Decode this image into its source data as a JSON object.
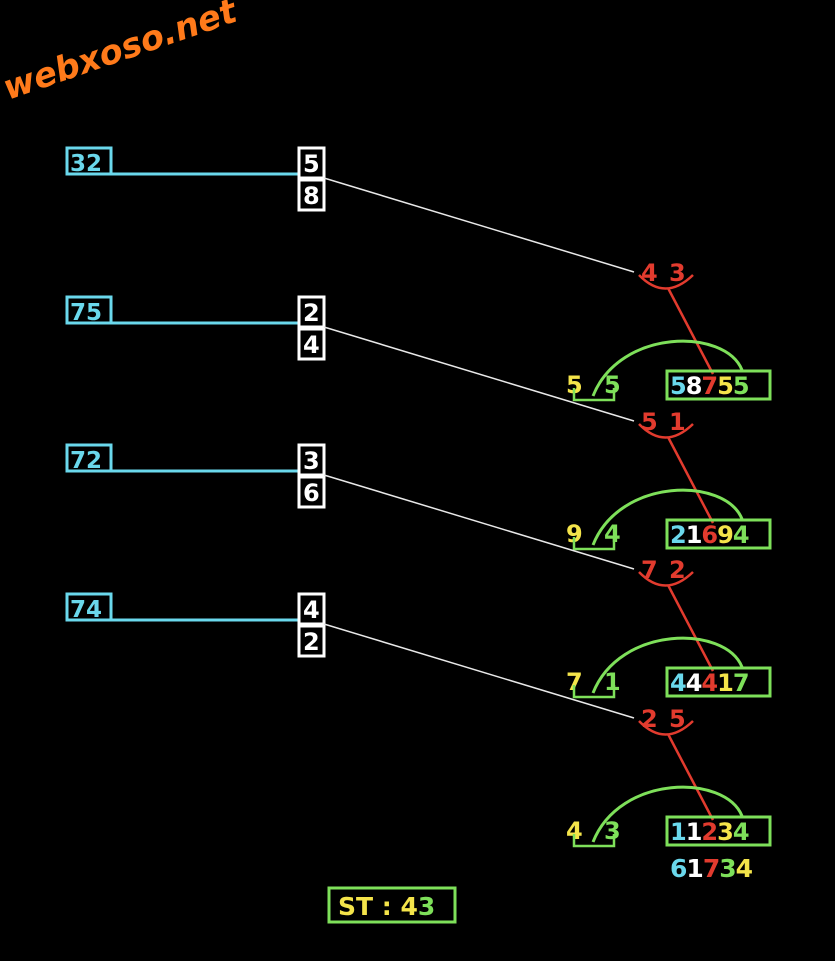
{
  "watermark": {
    "text": "webxoso.net",
    "color": "#ff7a1a"
  },
  "colors": {
    "cyan": "#6ad8ec",
    "white": "#ffffff",
    "red": "#e23b2e",
    "yellow": "#f4e44a",
    "green": "#7ee05a",
    "line_white": "#e8e8e8"
  },
  "rows": [
    {
      "left_label": "32",
      "mid_top": "5",
      "mid_bottom": "8",
      "red_pair": {
        "a": "4",
        "b": "3"
      },
      "small_pair": {
        "a": "5",
        "b": "5"
      },
      "result": [
        "5",
        "8",
        "7",
        "5",
        "5"
      ]
    },
    {
      "left_label": "75",
      "mid_top": "2",
      "mid_bottom": "4",
      "red_pair": {
        "a": "5",
        "b": "1"
      },
      "small_pair": {
        "a": "9",
        "b": "4"
      },
      "result": [
        "2",
        "1",
        "6",
        "9",
        "4"
      ]
    },
    {
      "left_label": "72",
      "mid_top": "3",
      "mid_bottom": "6",
      "red_pair": {
        "a": "7",
        "b": "2"
      },
      "small_pair": {
        "a": "7",
        "b": "1"
      },
      "result": [
        "4",
        "4",
        "4",
        "1",
        "7"
      ]
    },
    {
      "left_label": "74",
      "mid_top": "4",
      "mid_bottom": "2",
      "red_pair": {
        "a": "2",
        "b": "5"
      },
      "small_pair": {
        "a": "4",
        "b": "3"
      },
      "result": [
        "1",
        "1",
        "2",
        "3",
        "4"
      ]
    }
  ],
  "final_number": [
    "6",
    "1",
    "7",
    "3",
    "4"
  ],
  "st": {
    "label": "ST : ",
    "d1": "4",
    "d2": "3"
  }
}
